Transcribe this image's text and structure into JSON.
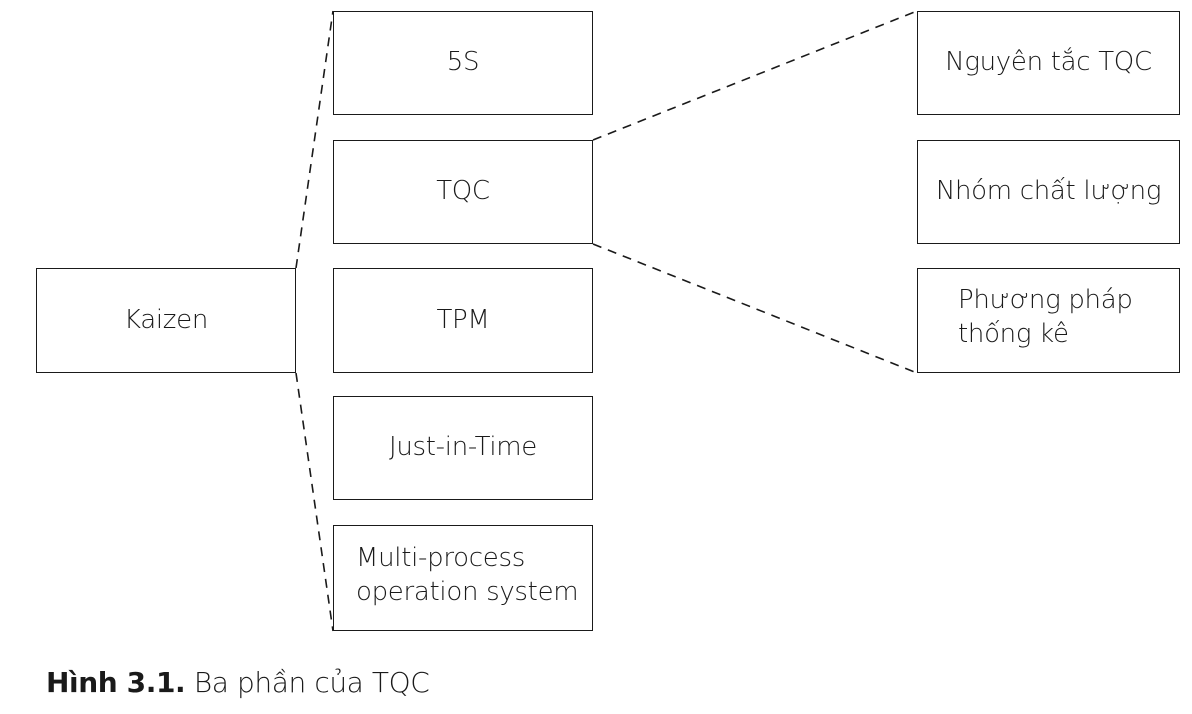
{
  "diagram": {
    "root": {
      "label": "Kaizen"
    },
    "components": [
      {
        "label": "5S"
      },
      {
        "label": "TQC"
      },
      {
        "label": "TPM"
      },
      {
        "label": "Just-in-Time"
      },
      {
        "label_lines": [
          "Multi-process",
          "operation system"
        ]
      }
    ],
    "tqc_parts": [
      {
        "label": "Nguyên tắc TQC"
      },
      {
        "label": "Nhóm chất lượng"
      },
      {
        "label_lines": [
          "Phương pháp",
          "thống kê"
        ]
      }
    ]
  },
  "caption": {
    "label": "Hình 3.1.",
    "text": "Ba phần của TQC"
  }
}
